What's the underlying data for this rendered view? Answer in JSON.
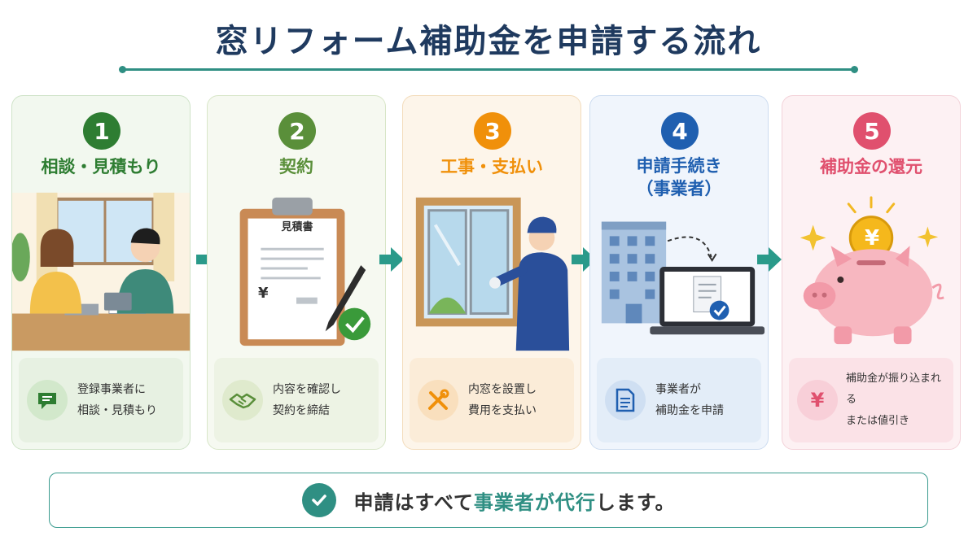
{
  "title": "窓リフォーム補助金を申請する流れ",
  "steps": [
    {
      "num": "1",
      "title": "相談・見積もり",
      "subtitle": "",
      "desc1": "登録事業者に",
      "desc2": "相談・見積もり",
      "icon": "chat-icon",
      "color": "#2e7d32"
    },
    {
      "num": "2",
      "title": "契約",
      "subtitle": "",
      "desc1": "内容を確認し",
      "desc2": "契約を締結",
      "icon": "handshake-icon",
      "color": "#5a8f3a",
      "doc_label": "見積書",
      "doc_yen": "¥"
    },
    {
      "num": "3",
      "title": "工事・支払い",
      "subtitle": "",
      "desc1": "内窓を設置し",
      "desc2": "費用を支払い",
      "icon": "tools-icon",
      "color": "#f0900a"
    },
    {
      "num": "4",
      "title": "申請手続き",
      "subtitle": "（事業者）",
      "desc1": "事業者が",
      "desc2": "補助金を申請",
      "icon": "document-icon",
      "color": "#1f5fb0"
    },
    {
      "num": "5",
      "title": "補助金の還元",
      "subtitle": "",
      "desc1": "補助金が振り込まれる",
      "desc2": "または値引き",
      "icon": "yen-icon",
      "color": "#e0506e",
      "coin_yen": "¥",
      "desc_yen": "¥"
    }
  ],
  "banner": {
    "pre": "申請はすべて",
    "highlight": "事業者が代行",
    "post": "します。"
  },
  "colors": {
    "title": "#1f3a5f",
    "accent": "#2f8f83"
  }
}
